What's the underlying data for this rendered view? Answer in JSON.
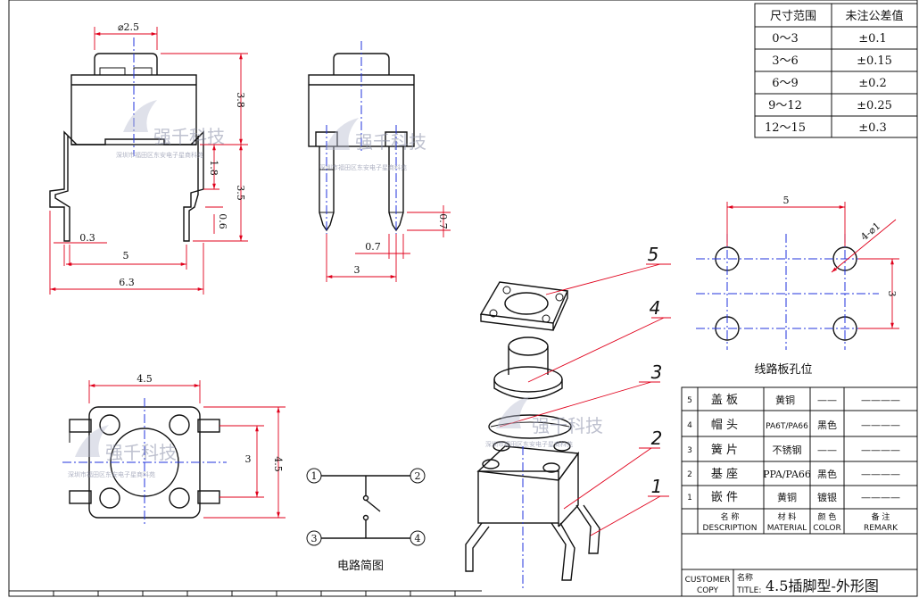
{
  "tolerance_table": {
    "header_range": "尺寸范围",
    "header_tol": "未注公差值",
    "rows": [
      {
        "range": "0～3",
        "tol": "±0.1"
      },
      {
        "range": "3～6",
        "tol": "±0.15"
      },
      {
        "range": "6～9",
        "tol": "±0.2"
      },
      {
        "range": "9～12",
        "tol": "±0.25"
      },
      {
        "range": "12～15",
        "tol": "±0.3"
      }
    ]
  },
  "front_view": {
    "dia": "⌀2.5",
    "h_total": "3.8",
    "h_body": "1.8",
    "pin_len": "3.5",
    "pin_tip": "0.6",
    "pin_thk": "0.3",
    "pin_pitch": "5",
    "width": "6.3"
  },
  "side_view": {
    "pin_w": "0.7",
    "pin_tip": "0.7",
    "pitch": "3"
  },
  "bottom_view": {
    "width": "4.5",
    "pitch": "3",
    "height": "4.5"
  },
  "pcb_layout": {
    "pitch_x": "5",
    "pitch_y": "3",
    "hole": "4-⌀1",
    "caption": "线路板孔位"
  },
  "circuit": {
    "pins": [
      "1",
      "2",
      "3",
      "4"
    ],
    "caption": "电路简图"
  },
  "callouts": [
    "1",
    "2",
    "3",
    "4",
    "5"
  ],
  "watermark": {
    "main": "强千科技",
    "sub": "深圳市福田区东安电子星商科苑"
  },
  "bom": [
    {
      "no": "5",
      "name": "盖  板",
      "material": "黄铜",
      "color": "——",
      "remark": "————"
    },
    {
      "no": "4",
      "name": "帽  头",
      "material": "PA6T/PA66",
      "color": "黑色",
      "remark": "————"
    },
    {
      "no": "3",
      "name": "簧  片",
      "material": "不锈钢",
      "color": "——",
      "remark": "————"
    },
    {
      "no": "2",
      "name": "基  座",
      "material": "PPA/PA66",
      "color": "黑色",
      "remark": "————"
    },
    {
      "no": "1",
      "name": "嵌  件",
      "material": "黄铜",
      "color": "镀银",
      "remark": "————"
    }
  ],
  "bom_header": {
    "name_cn": "名    称",
    "name_en": "DESCRIPTION",
    "material_cn": "材  料",
    "material_en": "MATERIAL",
    "color_cn": "颜  色",
    "color_en": "COLOR",
    "remark_cn": "备  注",
    "remark_en": "REMARK"
  },
  "title_block": {
    "customer": "CUSTOMER",
    "copy": "COPY",
    "name_cn": "名称",
    "title_label": "TITLE:",
    "title": "4.5插脚型-外形图"
  }
}
